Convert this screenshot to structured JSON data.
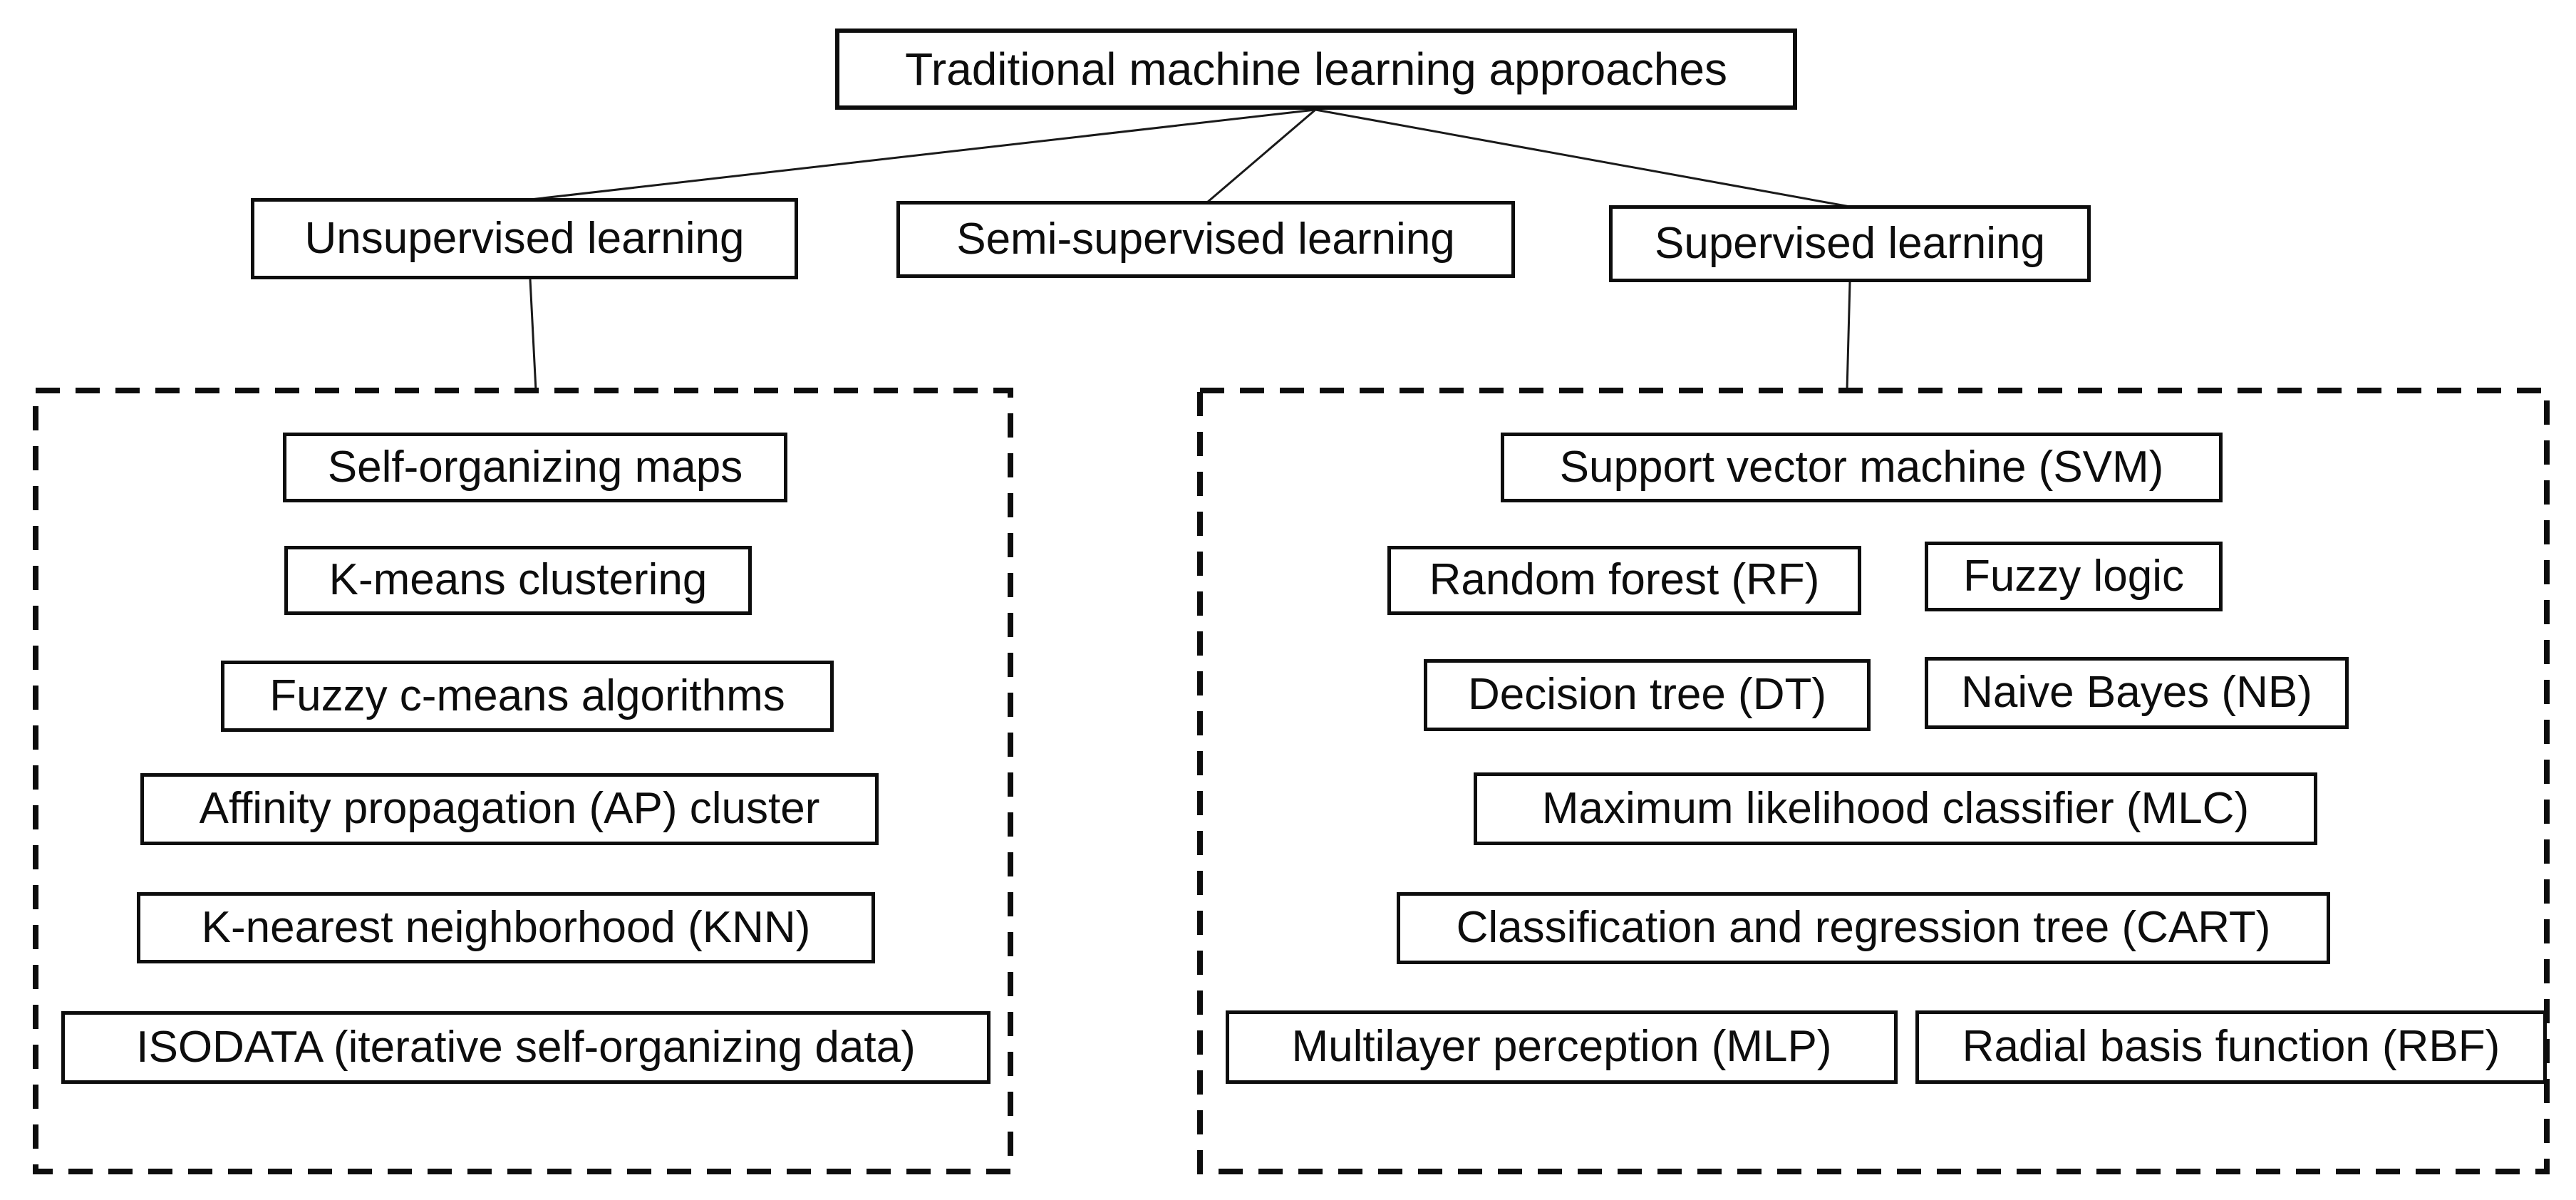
{
  "figure": {
    "title": "Traditional machine learning approaches",
    "branches": [
      "Unsupervised learning",
      "Semi-supervised learning",
      "Supervised learning"
    ],
    "unsupervised_methods": [
      "Self-organizing maps",
      "K-means clustering",
      "Fuzzy c-means algorithms",
      "Affinity propagation (AP) cluster",
      "K-nearest neighborhood (KNN)",
      "ISODATA (iterative self-organizing data)"
    ],
    "supervised_methods": [
      "Support vector machine (SVM)",
      "Random forest (RF)",
      "Fuzzy logic",
      "Decision tree (DT)",
      "Naive Bayes (NB)",
      "Maximum likelihood classifier (MLC)",
      "Classification and regression tree (CART)",
      "Multilayer perception (MLP)",
      "Radial basis function (RBF)"
    ],
    "colors": {
      "line": "#1a1a1a",
      "border": "#0d0d0d",
      "background": "#ffffff",
      "text": "#0d0d0d"
    }
  }
}
